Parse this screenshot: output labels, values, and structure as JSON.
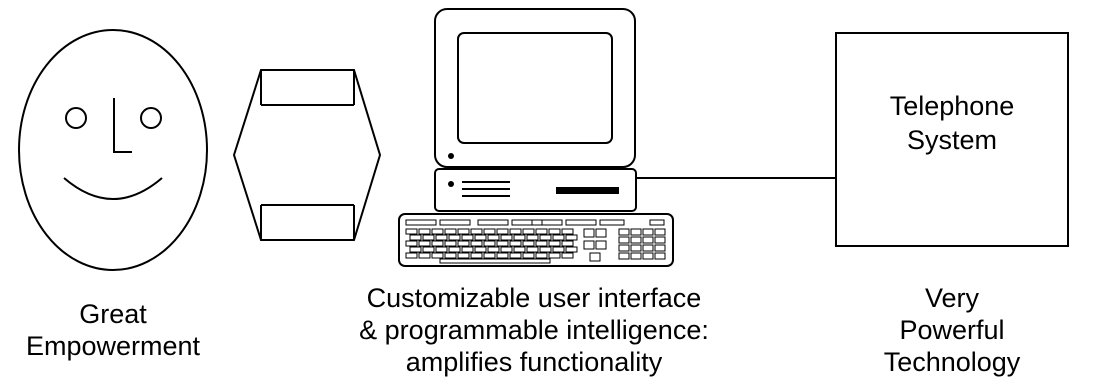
{
  "telephone_box": {
    "line1": "Telephone",
    "line2": "System"
  },
  "captions": {
    "person": {
      "line1": "Great",
      "line2": "Empowerment"
    },
    "computer": {
      "line1": "Customizable user interface",
      "line2": "& programmable intelligence:",
      "line3": "amplifies functionality"
    },
    "telephone": {
      "line1": "Very",
      "line2": "Powerful",
      "line3": "Technology"
    }
  },
  "icons": {
    "person": "smiley-face-icon",
    "link": "double-arrow-icon",
    "computer": "desktop-computer-icon",
    "keyboard": "keyboard-icon"
  }
}
